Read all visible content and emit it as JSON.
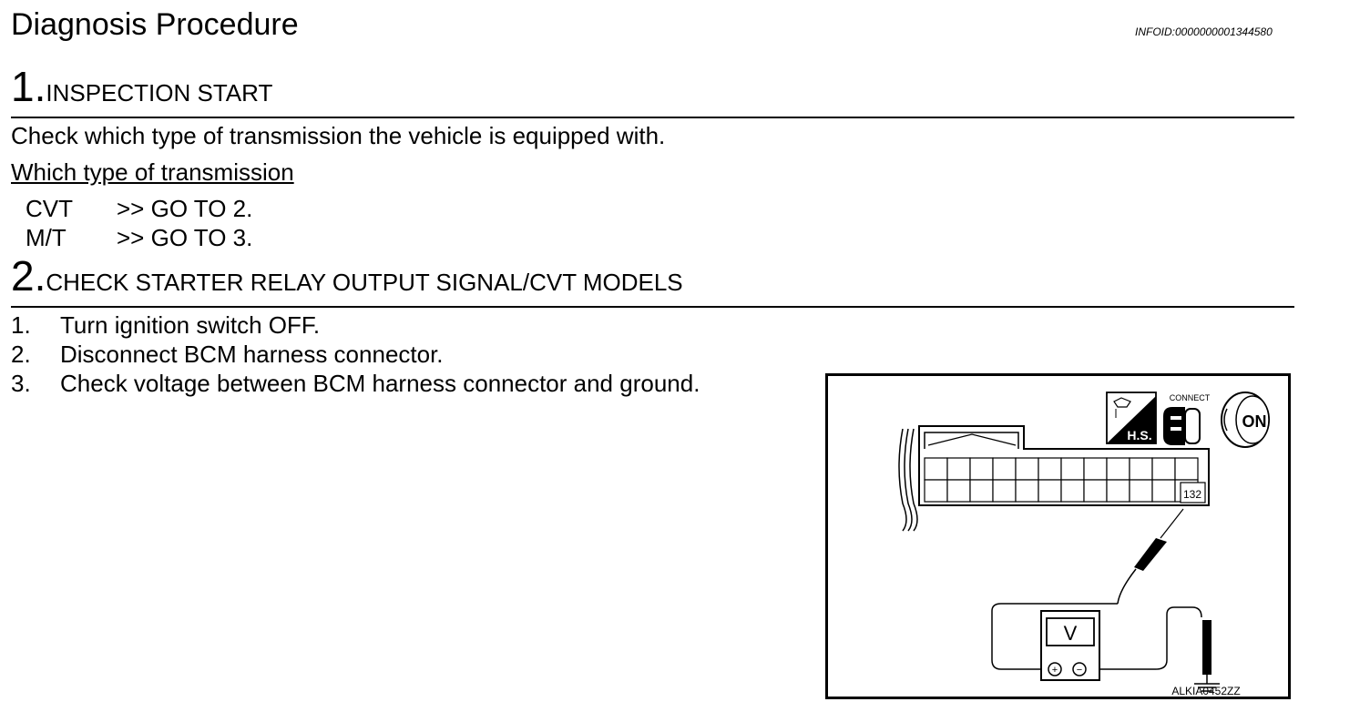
{
  "header": {
    "title": "Diagnosis Procedure",
    "info_id": "INFOID:0000000001344580"
  },
  "step1": {
    "number": "1.",
    "title": "INSPECTION START",
    "instruction": "Check which type of transmission the vehicle is equipped with.",
    "question": "Which type of transmission",
    "options": [
      {
        "label": "CVT",
        "action": ">> GO TO 2."
      },
      {
        "label": "M/T",
        "action": ">> GO TO 3."
      }
    ]
  },
  "step2": {
    "number": "2.",
    "title": "CHECK STARTER RELAY OUTPUT SIGNAL/CVT MODELS",
    "items": [
      {
        "num": "1.",
        "text": "Turn ignition switch OFF."
      },
      {
        "num": "2.",
        "text": "Disconnect BCM harness connector."
      },
      {
        "num": "3.",
        "text": "Check voltage between BCM harness connector and ground."
      }
    ]
  },
  "figure": {
    "connect_label": "CONNECT",
    "hs_label": "H.S.",
    "on_label": "ON",
    "terminal": "132",
    "meter_label": "V",
    "plus": "+",
    "minus": "−",
    "code": "ALKIA0452ZZ"
  }
}
